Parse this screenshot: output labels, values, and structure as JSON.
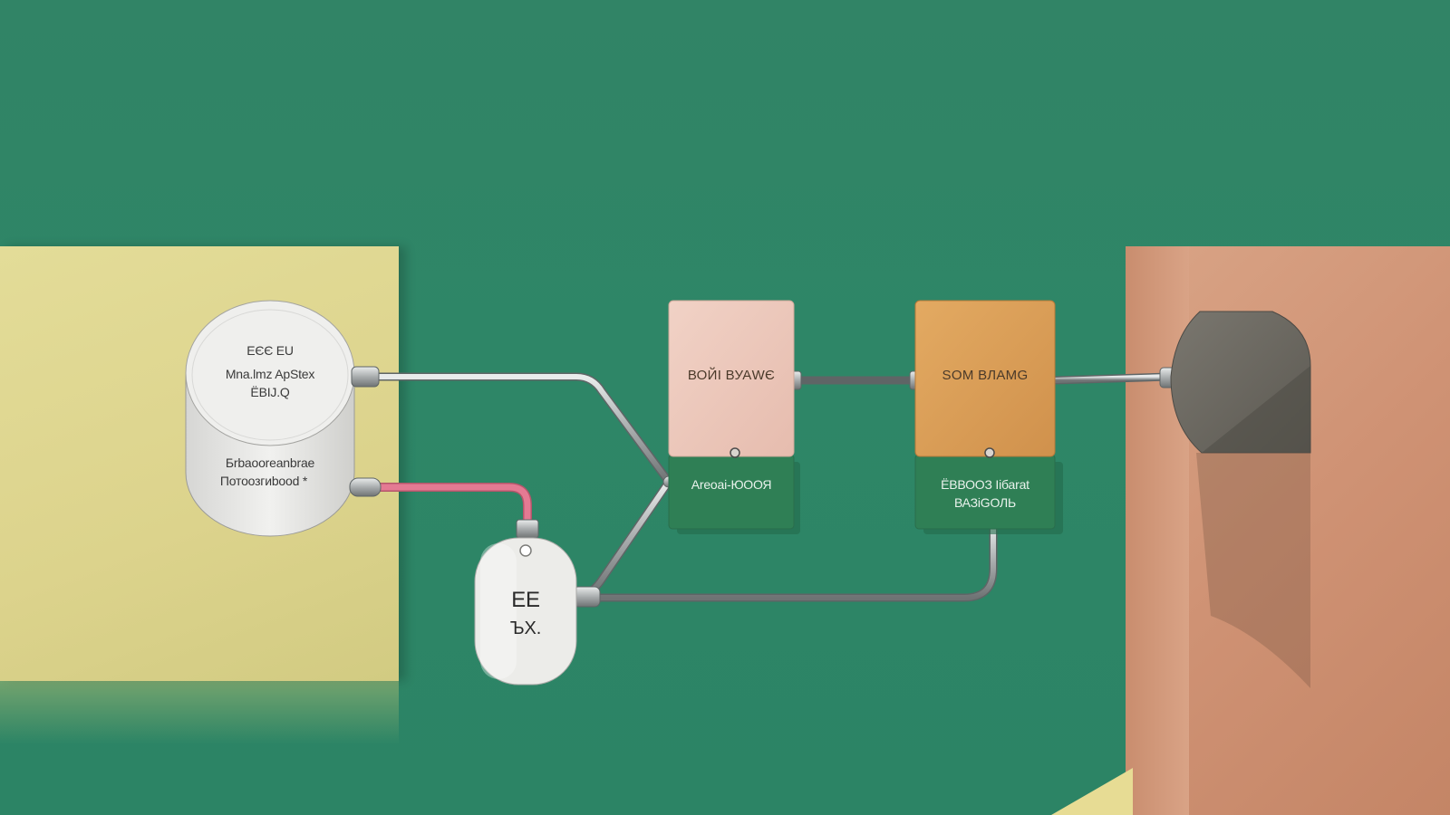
{
  "diagram": {
    "cylinder": {
      "top_lines": [
        "ЕЄЄ ЕU",
        "Мna.lmz ApStex",
        "ЁBIJ.Q"
      ],
      "bottom_lines": [
        "Бrbaooreanbrae",
        "Потоозгиbood *"
      ]
    },
    "tank": {
      "lines": [
        "ЕЕ",
        "ЪΧ."
      ]
    },
    "box_one": {
      "title": "ВОЙI ВУАWЄ",
      "tab_label": "Аrеоаі-ЮООЯ"
    },
    "box_two": {
      "title": "ЅОМ ВЛАМG",
      "tab_label_lines": [
        "ЁВВООЗ Iібаrаt",
        "ВАЗіGОЛЬ"
      ]
    }
  },
  "colors": {
    "background": "#2f8567",
    "yellow_panel": "#ddd48e",
    "copper_panel": "#cf9274",
    "pink_box": "#ecc8bb",
    "orange_box": "#dba05a",
    "green_tab": "#2f7f55",
    "pink_pipe": "#e47a93",
    "steel_pipe": "#b8bcbc",
    "stone_cap": "#6e6b64"
  }
}
